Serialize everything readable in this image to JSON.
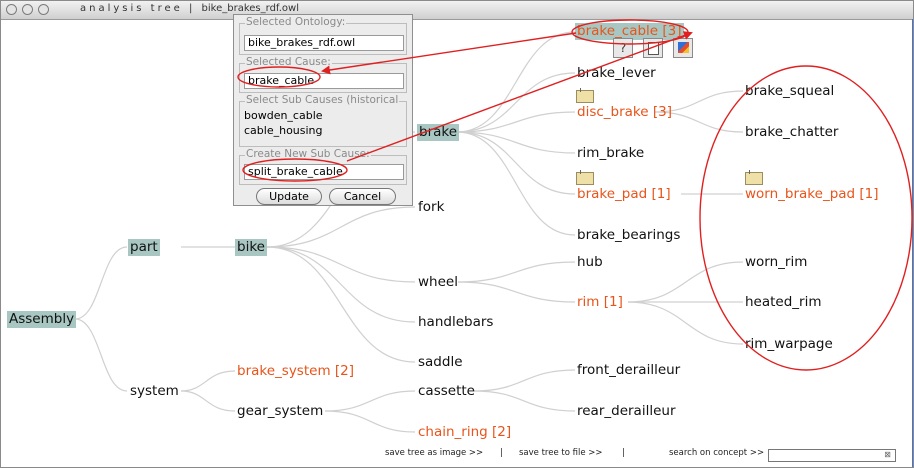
{
  "window": {
    "title_prefix": "analysis tree",
    "separator": "|",
    "filename": "bike_brakes_rdf.owl"
  },
  "tree": {
    "root": "Assembly",
    "part": "part",
    "system": "system",
    "bike": "bike",
    "brake_system": "brake_system  [2]",
    "gear_system": "gear_system",
    "brake": "brake",
    "fork": "fork",
    "wheel": "wheel",
    "handlebars": "handlebars",
    "saddle": "saddle",
    "cassette": "cassette",
    "chain_ring": "chain_ring  [2]",
    "brake_cable": "brake_cable  [3]",
    "brake_lever": "brake_lever",
    "disc_brake": "disc_brake  [3]",
    "rim_brake": "rim_brake",
    "brake_pad": "brake_pad  [1]",
    "brake_bearings": "brake_bearings",
    "hub": "hub",
    "rim": "rim  [1]",
    "front_derailleur": "front_derailleur",
    "rear_derailleur": "rear_derailleur",
    "brake_squeal": "brake_squeal",
    "brake_chatter": "brake_chatter",
    "worn_brake_pad": "worn_brake_pad  [1]",
    "worn_rim": "worn_rim",
    "heated_rim": "heated_rim",
    "rim_warpage": "rim_warpage"
  },
  "toolbar": {
    "help_label": "?",
    "icons": [
      "help-icon",
      "note-icon",
      "graph-icon"
    ]
  },
  "dialog": {
    "ontology_label": "Selected Ontology:",
    "ontology_value": "bike_brakes_rdf.owl",
    "cause_label": "Selected Cause:",
    "cause_value": "brake_cable",
    "subcauses_label": "Select Sub Causes (historical",
    "subcauses": [
      "bowden_cable",
      "cable_housing"
    ],
    "create_label": "Create New Sub Cause:",
    "create_value": "split_brake_cable",
    "update_button": "Update",
    "cancel_button": "Cancel"
  },
  "footer": {
    "save_image": "save tree as image >>",
    "save_file": "save tree to file >>",
    "separator": "|",
    "search_label": "search on concept >>",
    "search_value": ""
  },
  "colors": {
    "highlight": "#a9c7c2",
    "cause_orange": "#e8541a",
    "annotation_red": "#e02020",
    "edge_gray": "#d0d0d0"
  }
}
